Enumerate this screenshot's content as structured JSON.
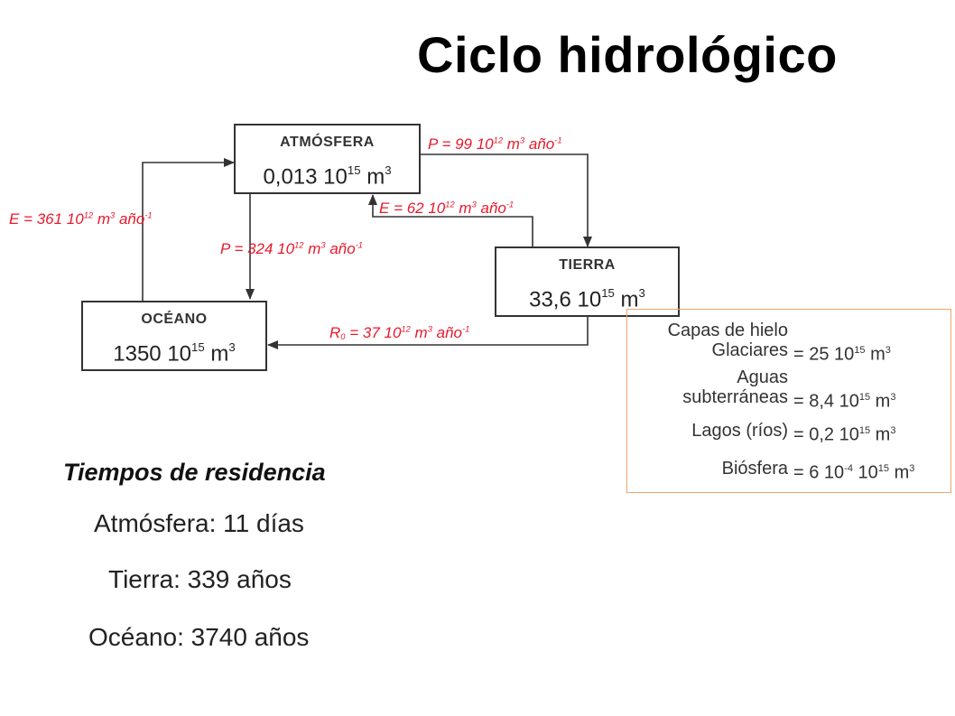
{
  "title": "Ciclo hidrológico",
  "colors": {
    "flow": "#e8192c",
    "box_border": "#333333",
    "panel_border": "#f0a46c"
  },
  "nodes": {
    "atmosfera": {
      "name": "ATMÓSFERA",
      "value": "0,013 10",
      "exp": "15",
      "unit": " m",
      "unit_exp": "3"
    },
    "tierra": {
      "name": "TIERRA",
      "value": "33,6 10",
      "exp": "15",
      "unit": " m",
      "unit_exp": "3"
    },
    "oceano": {
      "name": "OCÉANO",
      "value": "1350 10",
      "exp": "15",
      "unit": " m",
      "unit_exp": "3"
    }
  },
  "flows": {
    "p_tierra": {
      "var": "P",
      "sub": "",
      "text": " = 99 10",
      "exp": "12",
      "unit": " m",
      "unit_exp": "3",
      "per": " año",
      "per_exp": "-1"
    },
    "e_tierra": {
      "var": "E",
      "sub": "",
      "text": " = 62 10",
      "exp": "12",
      "unit": " m",
      "unit_exp": "3",
      "per": " año",
      "per_exp": "-1"
    },
    "e_oceano": {
      "var": "E",
      "sub": "",
      "text": " = 361 10",
      "exp": "12",
      "unit": " m",
      "unit_exp": "3",
      "per": " año",
      "per_exp": "-1"
    },
    "p_oceano": {
      "var": "P",
      "sub": "",
      "text": " = 324 10",
      "exp": "12",
      "unit": " m",
      "unit_exp": "3",
      "per": " año",
      "per_exp": "-1"
    },
    "r_escorren": {
      "var": "R",
      "sub": "0",
      "text": " = 37 10",
      "exp": "12",
      "unit": " m",
      "unit_exp": "3",
      "per": " año",
      "per_exp": "-1"
    }
  },
  "storage": {
    "rows": [
      {
        "label1": "Capas de hielo",
        "label2": "Glaciares",
        "value": "= 25 10",
        "exp": "15",
        "unit": " m",
        "unit_exp": "3"
      },
      {
        "label1": "Aguas",
        "label2": "subterráneas",
        "value": "= 8,4 10",
        "exp": "15",
        "unit": " m",
        "unit_exp": "3"
      },
      {
        "label1": "",
        "label2": "Lagos (ríos)",
        "value": "= 0,2 10",
        "exp": "15",
        "unit": " m",
        "unit_exp": "3"
      },
      {
        "label1": "",
        "label2": "Biósfera",
        "value": "= 6 10",
        "exp": "-4",
        "mid": " 10",
        "mid_exp": "15",
        "unit": " m",
        "unit_exp": "3"
      }
    ]
  },
  "residence": {
    "title": "Tiempos de residencia",
    "lines": [
      "Atmósfera: 11 días",
      "Tierra: 339 años",
      "Océano: 3740 años"
    ]
  }
}
